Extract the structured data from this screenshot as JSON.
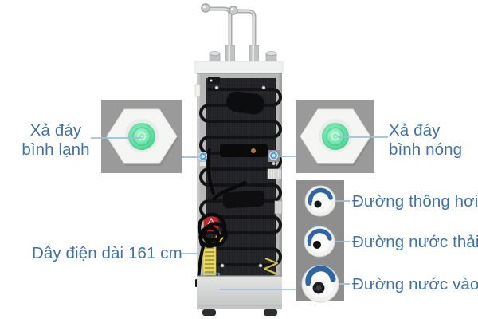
{
  "annotations": {
    "cold_drain": {
      "line1": "Xả đáy",
      "line2": "bình lạnh"
    },
    "hot_drain": {
      "line1": "Xả đáy",
      "line2": "bình nóng"
    },
    "power_cord": {
      "label": "Dây điện dài 161 cm"
    },
    "ports": [
      {
        "label": "Đường thông hơi"
      },
      {
        "label": "Đường nước thải"
      },
      {
        "label": "Đường nước vào"
      }
    ]
  },
  "colors": {
    "label_text": "#3d72a9",
    "leader_line": "#9dbfd9",
    "callout_box": "#9a9a9a",
    "ports_panel": "#8e8e8e",
    "knob_green": "#4fd795",
    "port_blue": "#2e63a4",
    "background": "#ffffff"
  }
}
